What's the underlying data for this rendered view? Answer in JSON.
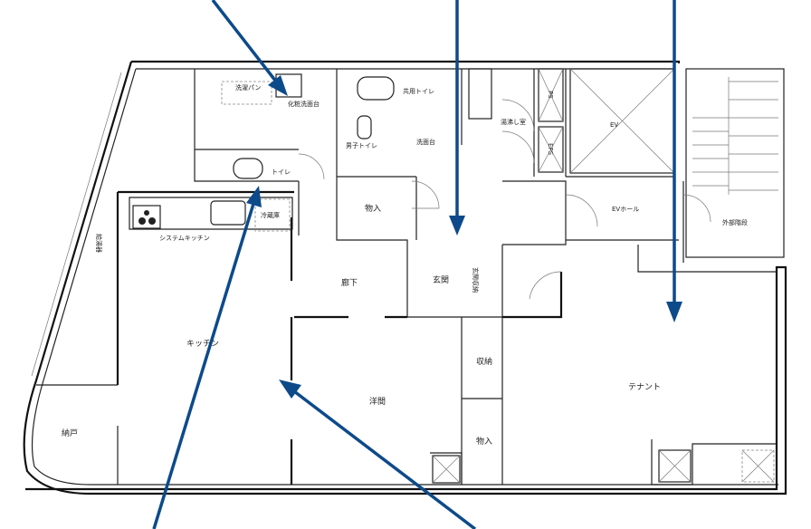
{
  "title": "Floor plan with callout arrows",
  "accent_color": "#0d4a8a",
  "rooms": {
    "laundry_pan": "洗濯パン",
    "vanity": "化粧洗面台",
    "shared_toilet": "共用トイレ",
    "mens_toilet": "男子トイレ",
    "washbasin": "洗面台",
    "kettle_room": "湯沸し室",
    "ev": "EV",
    "ps1": "PS",
    "ps2": "EPS",
    "toilet": "トイレ",
    "fridge": "冷蔵庫",
    "system_kitchen": "システムキッチン",
    "storage1": "物入",
    "ev_hall": "EVホール",
    "external_stairs": "外部階段",
    "water_heater": "給湯器",
    "corridor": "廊下",
    "entrance": "玄関",
    "entrance_storage": "玄関収納",
    "kitchen": "キッチン",
    "closet": "収納",
    "tenant": "テナント",
    "western_room": "洋間",
    "storeroom": "納戸",
    "storage2": "物入"
  }
}
